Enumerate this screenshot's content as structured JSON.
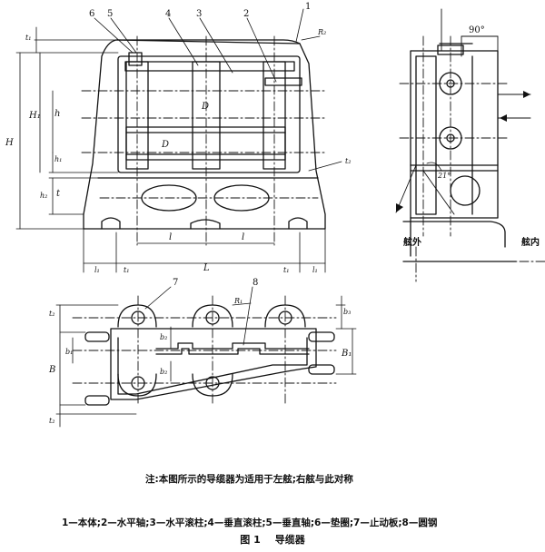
{
  "drawing": {
    "part_numbers": [
      "1",
      "2",
      "3",
      "4",
      "5",
      "6"
    ],
    "part_number_7": "7",
    "part_number_8": "8",
    "dims": {
      "H": "H",
      "H1": "H₁",
      "h": "h",
      "h1": "h₁",
      "h2": "h₂",
      "t": "t",
      "t1": "t₁",
      "t2": "t₂",
      "l": "l",
      "l1": "l₁",
      "L": "L",
      "D": "D",
      "R1": "R₁",
      "R2": "R₂",
      "B": "B",
      "B1": "B₁",
      "b1": "b₁",
      "b2": "b₂",
      "b3": "b₃",
      "angle_90": "90°",
      "angle_21": "21°"
    },
    "side_labels": {
      "outboard": "舷外",
      "inboard": "舷内"
    }
  },
  "note": "注:本图所示的导缆器为适用于左舷;右舷与此对称",
  "legend": "1—本体;2—水平轴;3—水平滚柱;4—垂直滚柱;5—垂直轴;6—垫圈;7—止动板;8—圆钢",
  "caption": {
    "figure_number": "图 1",
    "title": "导缆器"
  }
}
